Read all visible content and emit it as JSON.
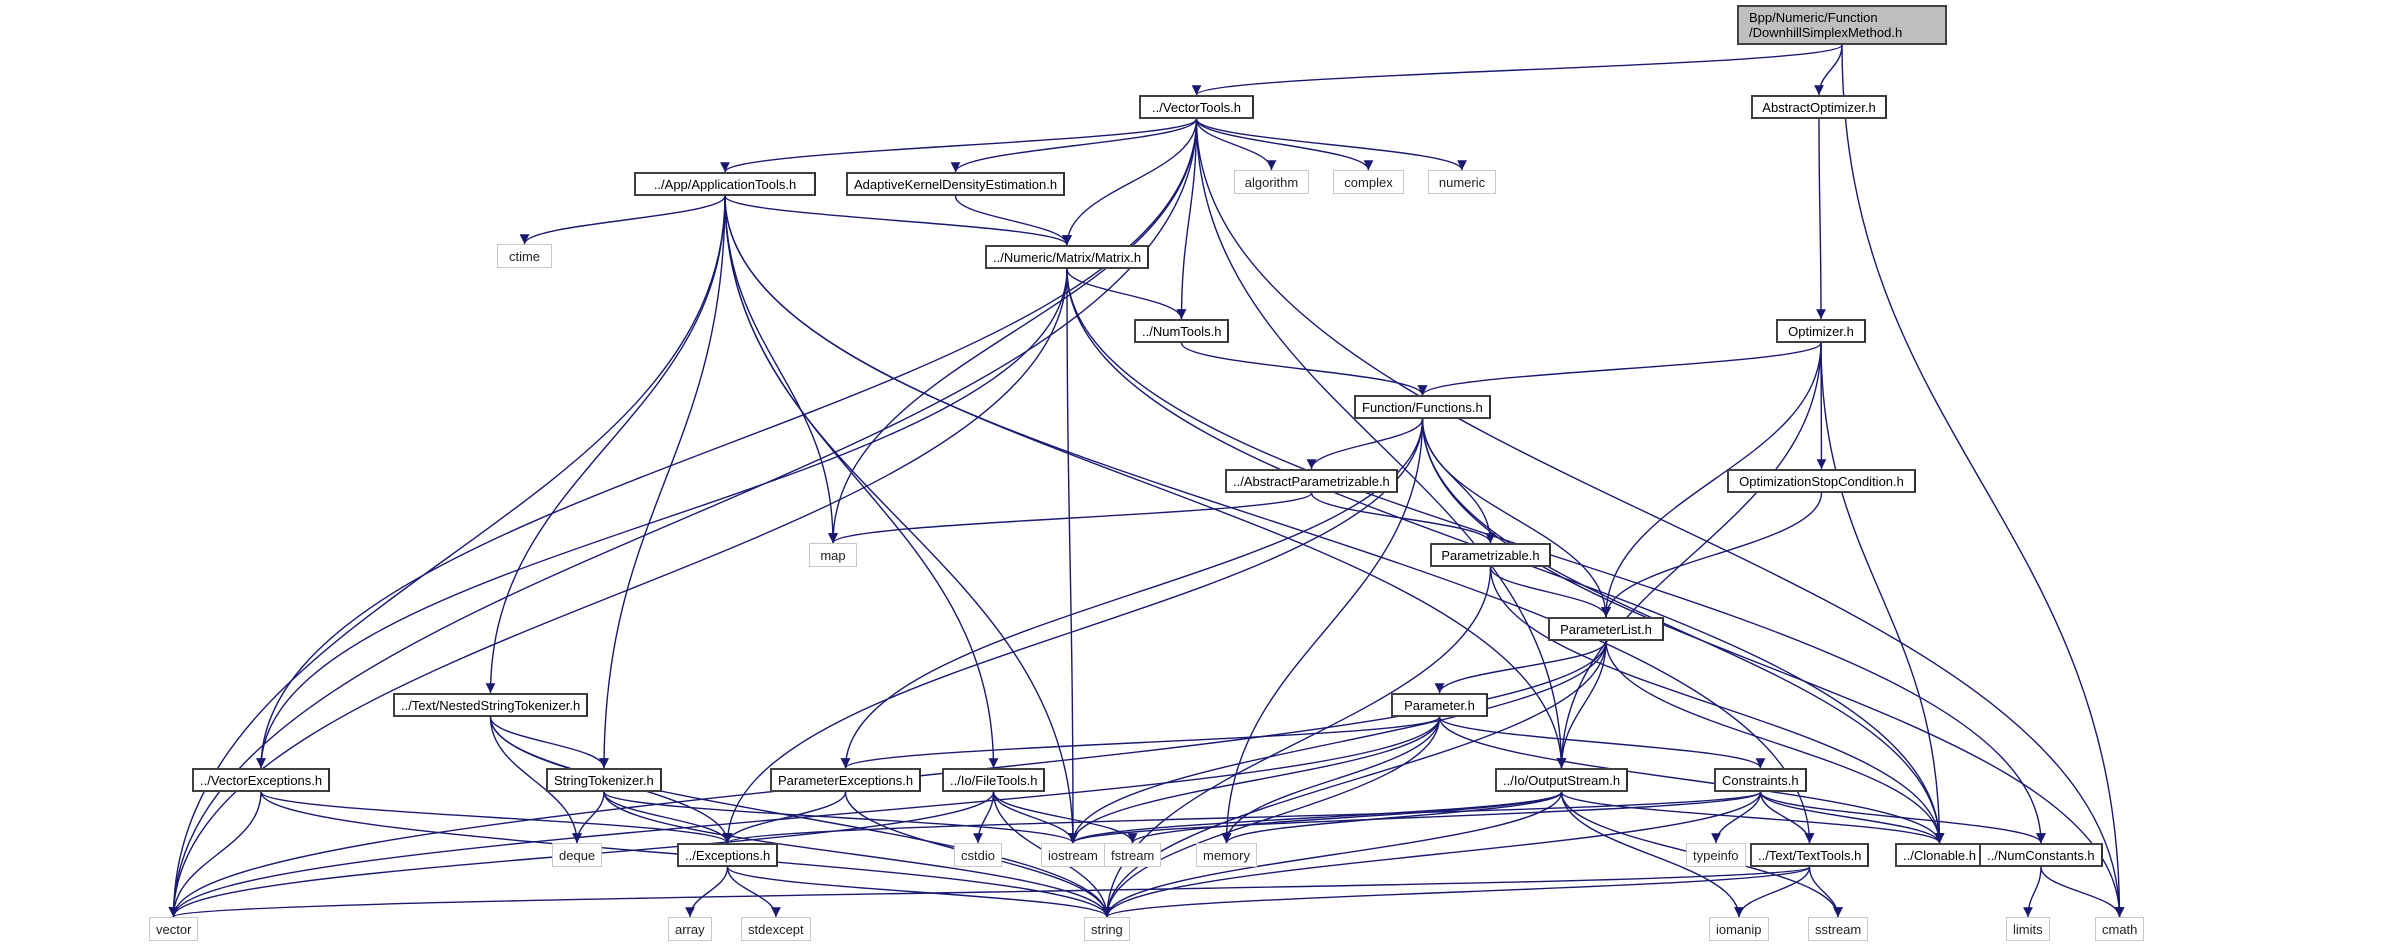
{
  "title": "Include dependency graph for Bpp/Numeric/Function/DownhillSimplexMethod.h",
  "colors": {
    "edge": "#191970",
    "root_fill": "#bfbfbf",
    "local_border": "#404040",
    "system_border": "#c8c8c8"
  },
  "nodes": [
    {
      "id": "root",
      "kind": "root",
      "lines": [
        "Bpp/Numeric/Function",
        "/DownhillSimplexMethod.h"
      ]
    },
    {
      "id": "VectorTools",
      "kind": "local",
      "label": "../VectorTools.h"
    },
    {
      "id": "AbstractOptimizer",
      "kind": "local",
      "label": "AbstractOptimizer.h"
    },
    {
      "id": "ApplicationTools",
      "kind": "local",
      "label": "../App/ApplicationTools.h"
    },
    {
      "id": "AdaptiveKDE",
      "kind": "local",
      "label": "AdaptiveKernelDensityEstimation.h"
    },
    {
      "id": "algorithm",
      "kind": "system",
      "label": "algorithm"
    },
    {
      "id": "complex",
      "kind": "system",
      "label": "complex"
    },
    {
      "id": "numeric",
      "kind": "system",
      "label": "numeric"
    },
    {
      "id": "ctime",
      "kind": "system",
      "label": "ctime"
    },
    {
      "id": "Matrix",
      "kind": "local",
      "label": "../Numeric/Matrix/Matrix.h"
    },
    {
      "id": "NumTools",
      "kind": "local",
      "label": "../NumTools.h"
    },
    {
      "id": "Optimizer",
      "kind": "local",
      "label": "Optimizer.h"
    },
    {
      "id": "Functions",
      "kind": "local",
      "label": "Function/Functions.h"
    },
    {
      "id": "AbstractParametrizable",
      "kind": "local",
      "label": "../AbstractParametrizable.h"
    },
    {
      "id": "OptimizationStopCondition",
      "kind": "local",
      "label": "OptimizationStopCondition.h"
    },
    {
      "id": "map",
      "kind": "system",
      "label": "map"
    },
    {
      "id": "Parametrizable",
      "kind": "local",
      "label": "Parametrizable.h"
    },
    {
      "id": "ParameterList",
      "kind": "local",
      "label": "ParameterList.h"
    },
    {
      "id": "NestedStringTokenizer",
      "kind": "local",
      "label": "../Text/NestedStringTokenizer.h"
    },
    {
      "id": "Parameter",
      "kind": "local",
      "label": "Parameter.h"
    },
    {
      "id": "VectorExceptions",
      "kind": "local",
      "label": "../VectorExceptions.h"
    },
    {
      "id": "StringTokenizer",
      "kind": "local",
      "label": "StringTokenizer.h"
    },
    {
      "id": "ParameterExceptions",
      "kind": "local",
      "label": "ParameterExceptions.h"
    },
    {
      "id": "FileTools",
      "kind": "local",
      "label": "../Io/FileTools.h"
    },
    {
      "id": "OutputStream",
      "kind": "local",
      "label": "../Io/OutputStream.h"
    },
    {
      "id": "Constraints",
      "kind": "local",
      "label": "Constraints.h"
    },
    {
      "id": "deque",
      "kind": "system",
      "label": "deque"
    },
    {
      "id": "Exceptions",
      "kind": "local",
      "label": "../Exceptions.h"
    },
    {
      "id": "cstdio",
      "kind": "system",
      "label": "cstdio"
    },
    {
      "id": "iostream",
      "kind": "system",
      "label": "iostream"
    },
    {
      "id": "fstream",
      "kind": "system",
      "label": "fstream"
    },
    {
      "id": "memory",
      "kind": "system",
      "label": "memory"
    },
    {
      "id": "typeinfo",
      "kind": "system",
      "label": "typeinfo"
    },
    {
      "id": "TextTools",
      "kind": "local",
      "label": "../Text/TextTools.h"
    },
    {
      "id": "Clonable",
      "kind": "local",
      "label": "../Clonable.h"
    },
    {
      "id": "NumConstants",
      "kind": "local",
      "label": "../NumConstants.h"
    },
    {
      "id": "vector",
      "kind": "system",
      "label": "vector"
    },
    {
      "id": "array",
      "kind": "system",
      "label": "array"
    },
    {
      "id": "stdexcept",
      "kind": "system",
      "label": "stdexcept"
    },
    {
      "id": "string",
      "kind": "system",
      "label": "string"
    },
    {
      "id": "iomanip",
      "kind": "system",
      "label": "iomanip"
    },
    {
      "id": "sstream",
      "kind": "system",
      "label": "sstream"
    },
    {
      "id": "limits",
      "kind": "system",
      "label": "limits"
    },
    {
      "id": "cmath",
      "kind": "system",
      "label": "cmath"
    }
  ],
  "edges": [
    [
      "root",
      "VectorTools"
    ],
    [
      "root",
      "AbstractOptimizer"
    ],
    [
      "root",
      "cmath"
    ],
    [
      "VectorTools",
      "ApplicationTools"
    ],
    [
      "VectorTools",
      "AdaptiveKDE"
    ],
    [
      "VectorTools",
      "Matrix"
    ],
    [
      "VectorTools",
      "NumTools"
    ],
    [
      "VectorTools",
      "algorithm"
    ],
    [
      "VectorTools",
      "complex"
    ],
    [
      "VectorTools",
      "numeric"
    ],
    [
      "VectorTools",
      "map"
    ],
    [
      "VectorTools",
      "VectorExceptions"
    ],
    [
      "VectorTools",
      "vector"
    ],
    [
      "VectorTools",
      "OutputStream"
    ],
    [
      "VectorTools",
      "cmath"
    ],
    [
      "AbstractOptimizer",
      "Optimizer"
    ],
    [
      "ApplicationTools",
      "ctime"
    ],
    [
      "ApplicationTools",
      "Matrix"
    ],
    [
      "ApplicationTools",
      "map"
    ],
    [
      "ApplicationTools",
      "vector"
    ],
    [
      "ApplicationTools",
      "NestedStringTokenizer"
    ],
    [
      "ApplicationTools",
      "StringTokenizer"
    ],
    [
      "ApplicationTools",
      "FileTools"
    ],
    [
      "ApplicationTools",
      "iostream"
    ],
    [
      "ApplicationTools",
      "OutputStream"
    ],
    [
      "ApplicationTools",
      "TextTools"
    ],
    [
      "AdaptiveKDE",
      "Matrix"
    ],
    [
      "Matrix",
      "NumTools"
    ],
    [
      "Matrix",
      "VectorExceptions"
    ],
    [
      "Matrix",
      "iostream"
    ],
    [
      "Matrix",
      "Clonable"
    ],
    [
      "Matrix",
      "NumConstants"
    ],
    [
      "Matrix",
      "vector"
    ],
    [
      "NumTools",
      "Functions"
    ],
    [
      "Optimizer",
      "Functions"
    ],
    [
      "Optimizer",
      "OptimizationStopCondition"
    ],
    [
      "Optimizer",
      "ParameterList"
    ],
    [
      "Optimizer",
      "OutputStream"
    ],
    [
      "Optimizer",
      "Clonable"
    ],
    [
      "Functions",
      "AbstractParametrizable"
    ],
    [
      "Functions",
      "Parametrizable"
    ],
    [
      "Functions",
      "ParameterList"
    ],
    [
      "Functions",
      "ParameterExceptions"
    ],
    [
      "Functions",
      "Exceptions"
    ],
    [
      "Functions",
      "memory"
    ],
    [
      "Functions",
      "Clonable"
    ],
    [
      "Functions",
      "cmath"
    ],
    [
      "AbstractParametrizable",
      "map"
    ],
    [
      "AbstractParametrizable",
      "Parametrizable"
    ],
    [
      "OptimizationStopCondition",
      "ParameterList"
    ],
    [
      "Parametrizable",
      "ParameterList"
    ],
    [
      "Parametrizable",
      "Clonable"
    ],
    [
      "Parametrizable",
      "string"
    ],
    [
      "ParameterList",
      "Parameter"
    ],
    [
      "ParameterList",
      "OutputStream"
    ],
    [
      "ParameterList",
      "Clonable"
    ],
    [
      "ParameterList",
      "vector"
    ],
    [
      "ParameterList",
      "iostream"
    ],
    [
      "ParameterList",
      "string"
    ],
    [
      "NestedStringTokenizer",
      "StringTokenizer"
    ],
    [
      "NestedStringTokenizer",
      "Exceptions"
    ],
    [
      "NestedStringTokenizer",
      "deque"
    ],
    [
      "NestedStringTokenizer",
      "string"
    ],
    [
      "Parameter",
      "ParameterExceptions"
    ],
    [
      "Parameter",
      "Constraints"
    ],
    [
      "Parameter",
      "Clonable"
    ],
    [
      "Parameter",
      "memory"
    ],
    [
      "Parameter",
      "iostream"
    ],
    [
      "Parameter",
      "string"
    ],
    [
      "Parameter",
      "vector"
    ],
    [
      "VectorExceptions",
      "Exceptions"
    ],
    [
      "VectorExceptions",
      "vector"
    ],
    [
      "VectorExceptions",
      "string"
    ],
    [
      "StringTokenizer",
      "deque"
    ],
    [
      "StringTokenizer",
      "Exceptions"
    ],
    [
      "StringTokenizer",
      "string"
    ],
    [
      "StringTokenizer",
      "iostream"
    ],
    [
      "ParameterExceptions",
      "Exceptions"
    ],
    [
      "ParameterExceptions",
      "string"
    ],
    [
      "FileTools",
      "cstdio"
    ],
    [
      "FileTools",
      "iostream"
    ],
    [
      "FileTools",
      "fstream"
    ],
    [
      "FileTools",
      "string"
    ],
    [
      "FileTools",
      "vector"
    ],
    [
      "OutputStream",
      "iostream"
    ],
    [
      "OutputStream",
      "fstream"
    ],
    [
      "OutputStream",
      "memory"
    ],
    [
      "OutputStream",
      "string"
    ],
    [
      "OutputStream",
      "iomanip"
    ],
    [
      "OutputStream",
      "Clonable"
    ],
    [
      "OutputStream",
      "sstream"
    ],
    [
      "Constraints",
      "typeinfo"
    ],
    [
      "Constraints",
      "TextTools"
    ],
    [
      "Constraints",
      "Clonable"
    ],
    [
      "Constraints",
      "NumConstants"
    ],
    [
      "Constraints",
      "Exceptions"
    ],
    [
      "Constraints",
      "iostream"
    ],
    [
      "Constraints",
      "string"
    ],
    [
      "Exceptions",
      "array"
    ],
    [
      "Exceptions",
      "stdexcept"
    ],
    [
      "Exceptions",
      "string"
    ],
    [
      "TextTools",
      "iomanip"
    ],
    [
      "TextTools",
      "sstream"
    ],
    [
      "TextTools",
      "string"
    ],
    [
      "TextTools",
      "vector"
    ],
    [
      "NumConstants",
      "limits"
    ],
    [
      "NumConstants",
      "cmath"
    ]
  ]
}
